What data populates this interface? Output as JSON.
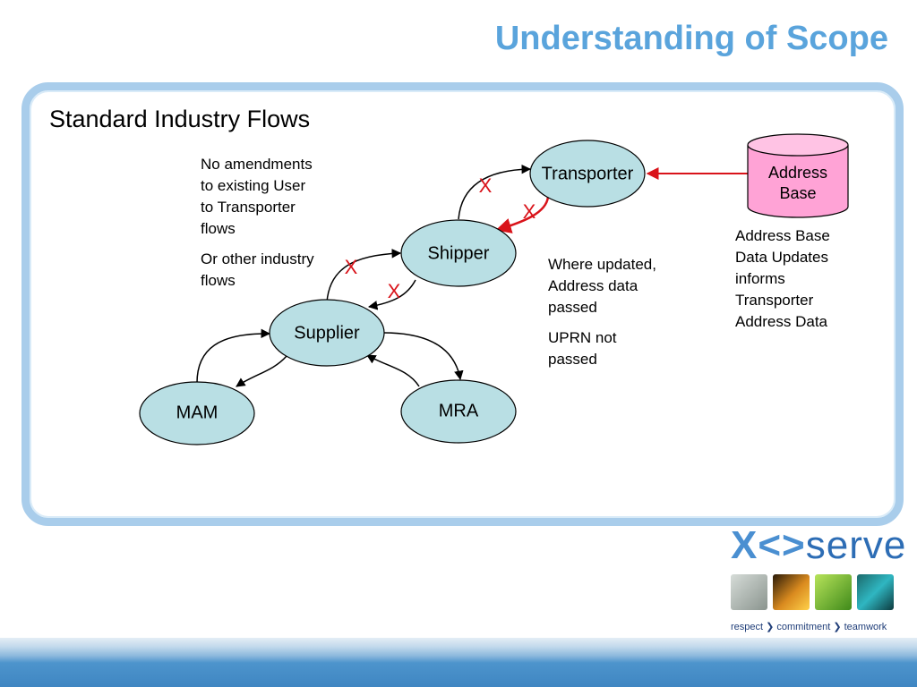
{
  "title": "Understanding of Scope",
  "section_heading": "Standard Industry Flows",
  "notes": {
    "user_transporter": [
      "No amendments",
      "to existing User",
      "to Transporter",
      "flows"
    ],
    "other_industry": [
      "Or other industry",
      "flows"
    ],
    "where_updated": [
      "Where updated,",
      "Address data",
      "passed"
    ],
    "uprn": [
      "UPRN not",
      "passed"
    ],
    "address_base": [
      "Address Base",
      "Data Updates",
      "informs",
      "Transporter",
      "Address Data"
    ]
  },
  "nodes": {
    "transporter": "Transporter",
    "shipper": "Shipper",
    "supplier": "Supplier",
    "mam": "MAM",
    "mra": "MRA"
  },
  "address_base_db": [
    "Address",
    "Base"
  ],
  "cross_mark": "X",
  "colors": {
    "title": "#5aa4dc",
    "node_fill": "#b9dfe4",
    "db_fill": "#ffa3d6",
    "red_arrow": "#d9131a"
  },
  "logo": {
    "brand_x": "X",
    "brand_chevrons": "<>",
    "brand_word": "serve",
    "tagline": "respect ❯ commitment ❯ teamwork"
  }
}
